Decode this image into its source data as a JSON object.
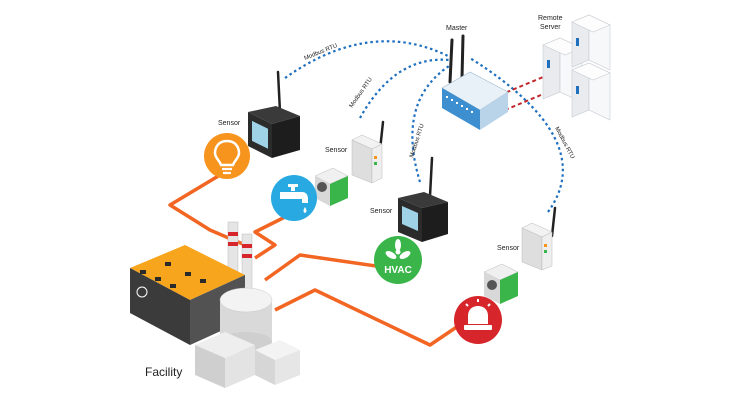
{
  "labels": {
    "master": "Master",
    "remote_server_line1": "Remote",
    "remote_server_line2": "Server",
    "facility": "Facility",
    "sensor": "Sensor",
    "modbus": "Modbus RTU",
    "hvac": "HVAC"
  },
  "colors": {
    "wired_link": "#f26522",
    "radio_link": "#1f6fbf",
    "server_link": "#c1272d",
    "bulb_badge": "#f7941d",
    "water_badge": "#29a9e1",
    "hvac_badge": "#3ab54a",
    "alarm_badge": "#d7262b",
    "factory_roof": "#f7a51c"
  },
  "icons": [
    "light-bulb-icon",
    "water-tap-icon",
    "hvac-fan-icon",
    "alarm-siren-icon"
  ]
}
